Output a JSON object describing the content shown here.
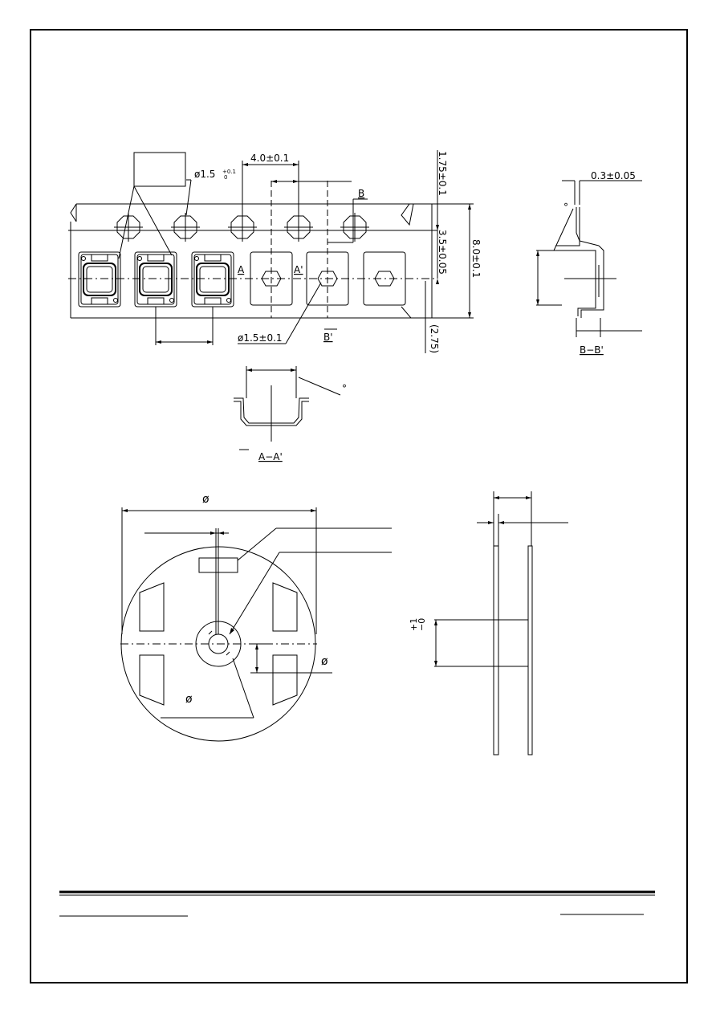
{
  "tape": {
    "pitch_dim": "4.0±0.1",
    "sprocket_hole_prefix": "ø1.5",
    "sprocket_hole_tol": "+0.1\n0",
    "edge_dim": "1.75±0.1",
    "center_dim": "3.5±0.05",
    "width_dim": "8.0±0.1",
    "cavity_hole_dim": "ø1.5±0.1",
    "offset_dim": "(2.75)",
    "label_a": "A",
    "label_a_prime": "A'",
    "label_b": "B",
    "label_b_prime": "B'"
  },
  "section_bb": {
    "thickness_dim": "0.3±0.05",
    "angle_mark": "°",
    "title": "B−B'"
  },
  "section_aa": {
    "angle_mark": "°",
    "title": "A−A'"
  },
  "reel": {
    "outer_diameter_symbol": "ø",
    "hub_diameter_symbol": "ø",
    "arbor_diameter_symbol": "ø"
  },
  "reel_side": {
    "hub_tol": "+1\n−0"
  },
  "colors": {
    "line": "#000000",
    "background": "#ffffff"
  }
}
